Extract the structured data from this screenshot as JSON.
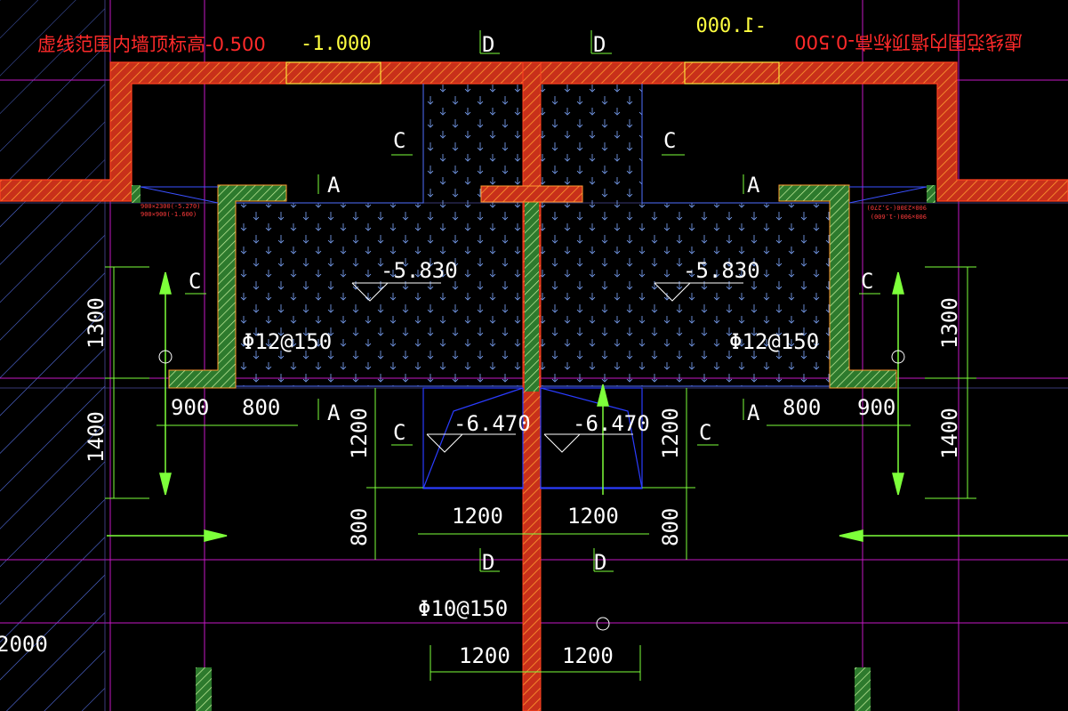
{
  "colors": {
    "background": "#000000",
    "wall": "#e03a1a",
    "wall_hatch": "#ffb040",
    "green_wall": "#4fd24f",
    "axis": "#d015d0",
    "dim_line": "#7dff3a",
    "text": "#ffffff",
    "note_red": "#ff2a2a",
    "note_yellow": "#ffff40",
    "blue": "#2a3cff"
  },
  "notes": {
    "top_left_red": "虚线范围内墙顶标高-0.500",
    "top_left_yellow": "-1.000",
    "top_right_yellow_mirrored": "-1.000",
    "top_right_red_mirrored": "虚线范围内墙顶标高-0.500",
    "small_left_1": "900×2300(-5.270)",
    "small_left_2": "900×900(-1.600)",
    "small_right_1": "900×2300(-5.270)",
    "small_right_2": "900×900(-1.600)"
  },
  "section_marks": {
    "d": "D",
    "c": "C",
    "a": "A"
  },
  "levels": {
    "pit_left": "-5.830",
    "pit_right": "-5.830",
    "sump_left": "-6.470",
    "sump_right": "-6.470"
  },
  "rebar": {
    "slab_left": "Φ12@150",
    "slab_right": "Φ12@150",
    "bottom": "Φ10@150"
  },
  "dimensions": {
    "left_1300": "1300",
    "left_1400": "1400",
    "right_1300": "1300",
    "right_1400": "1400",
    "left_900": "900",
    "left_800": "800",
    "right_800": "800",
    "right_900": "900",
    "sump_h_left": "1200",
    "sump_h_right": "1200",
    "sump_w_left": "1200",
    "sump_w_right": "1200",
    "gap_left_800": "800",
    "gap_right_800": "800",
    "bottom_left_1200": "1200",
    "bottom_right_1200": "1200",
    "far_left_2000": "2000"
  }
}
